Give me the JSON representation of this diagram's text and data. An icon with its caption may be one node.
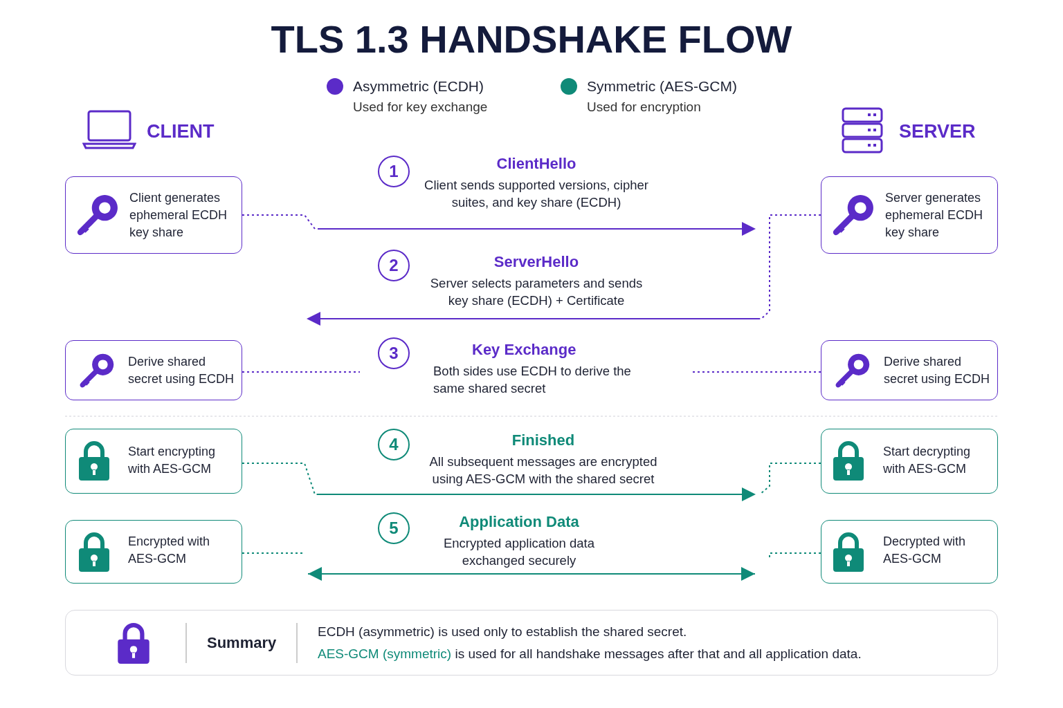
{
  "diagram": {
    "title": "TLS 1.3 HANDSHAKE FLOW",
    "nodes": [
      {
        "text": [
          "Client generates ephemeral ECDH key share"
        ]
      },
      {
        "text": [
          "1"
        ],
        "beside": [
          "ClientHello",
          "Client sends supported versions, cipher suites, and key share (ECDH)"
        ]
      },
      {
        "text": [
          "Server generates ephemeral ECDH key share"
        ]
      },
      {
        "text": [
          "2"
        ],
        "beside": [
          "ServerHello",
          "Server selects parameters and sends key share (ECDH) + Certificate"
        ]
      },
      {
        "text": [
          "Derive shared secret using ECDH"
        ]
      },
      {
        "text": [
          "3"
        ],
        "beside": [
          "Key Exchange",
          "Both sides use ECDH to derive the same shared secret"
        ]
      },
      {
        "text": [
          "Derive shared secret using ECDH"
        ]
      },
      {
        "text": [
          "Start encrypting with AES-GCM"
        ]
      },
      {
        "text": [
          "4"
        ],
        "beside": [
          "Finished",
          "All subsequent messages are encrypted using AES-GCM with the shared secret"
        ]
      },
      {
        "text": [
          "Start decrypting with AES-GCM"
        ]
      },
      {
        "text": [
          "Encrypted with AES-GCM"
        ]
      },
      {
        "text": [
          "5"
        ],
        "beside": [
          "Application Data",
          "Encrypted application data exchanged securely"
        ]
      },
      {
        "text": [
          "Decrypted with AES-GCM"
        ]
      },
      {
        "text": [
          "Summary",
          "ECDH (asymmetric) is used only to establish the shared secret.",
          "AES-GCM (symmetric)",
          "is used for all handshake messages after that and all application data."
        ]
      }
    ],
    "edges": [
      {
        "from": 0,
        "to": null,
        "arrow": "to",
        "color": "#5b2bc8"
      },
      {
        "from": 2,
        "to": null,
        "arrow": "to",
        "color": "#5b2bc8"
      },
      {
        "from": 4,
        "to": null,
        "arrow": "none",
        "style": "dashed",
        "color": "#5b2bc8"
      },
      {
        "from": 6,
        "to": null,
        "arrow": "none",
        "style": "dashed",
        "color": "#5b2bc8"
      },
      {
        "from": 7,
        "to": null,
        "arrow": "to",
        "color": "#0f8a78"
      },
      {
        "from": 9,
        "to": null,
        "arrow": "none",
        "style": "dashed",
        "color": "#0f8a78"
      },
      {
        "from": 10,
        "to": null,
        "arrow": "none",
        "style": "dashed",
        "color": "#0f8a78"
      },
      {
        "from": 12,
        "to": null,
        "arrow": "none",
        "style": "dashed",
        "color": "#0f8a78"
      },
      {
        "from": 10,
        "to": 12,
        "arrow": "both",
        "color": "#0f8a78"
      }
    ],
    "labels": [
      "Used for key exchange",
      "Used for encryption",
      "CLIENT",
      "SERVER"
    ],
    "legend": [
      {
        "text": "Asymmetric (ECDH)",
        "color": "#5b2bc8"
      },
      {
        "text": "Symmetric (AES-GCM)",
        "color": "#0f8a78"
      }
    ]
  }
}
